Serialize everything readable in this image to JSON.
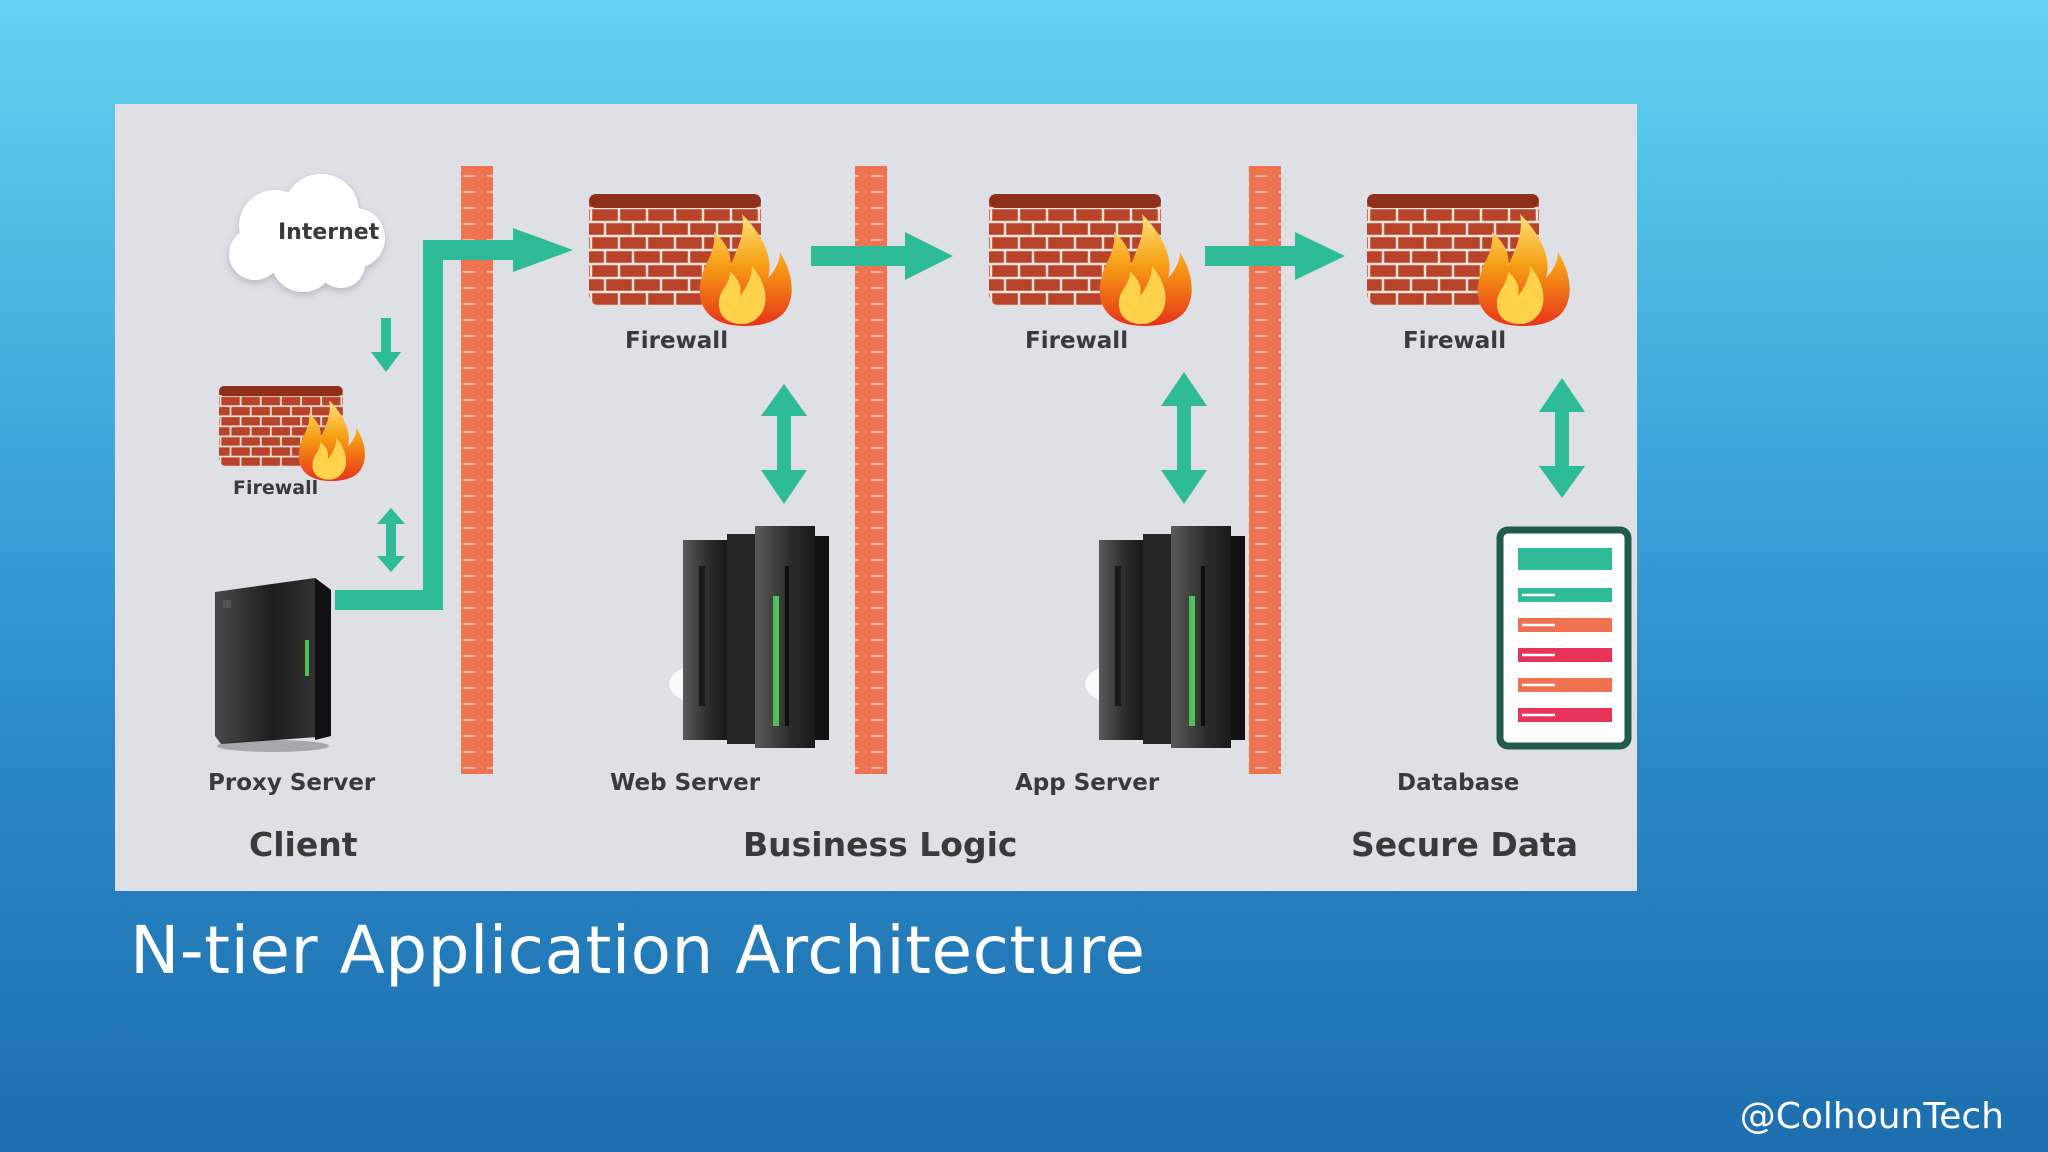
{
  "slide": {
    "title": "N-tier Application Architecture",
    "credit": "@ColhounTech"
  },
  "diagram": {
    "nodes": {
      "internet": "Internet",
      "client_firewall": "Firewall",
      "proxy_server": "Proxy Server",
      "web_firewall": "Firewall",
      "web_server": "Web Server",
      "app_firewall": "Firewall",
      "app_server": "App Server",
      "data_firewall": "Firewall",
      "database": "Database"
    },
    "tiers": {
      "client": "Client",
      "business_logic": "Business Logic",
      "secure_data": "Secure Data"
    }
  },
  "colors": {
    "panel_background": "#dfe0e6",
    "arrow": "#2dbb98",
    "tier_divider": "#ef7350",
    "brick": "#b8432a",
    "flame": "#f5a318",
    "server_body": "#2a2a2a",
    "database_border": "#1f5a4c"
  },
  "icons": [
    "cloud-icon",
    "firewall-icon",
    "server-icon",
    "database-icon"
  ]
}
